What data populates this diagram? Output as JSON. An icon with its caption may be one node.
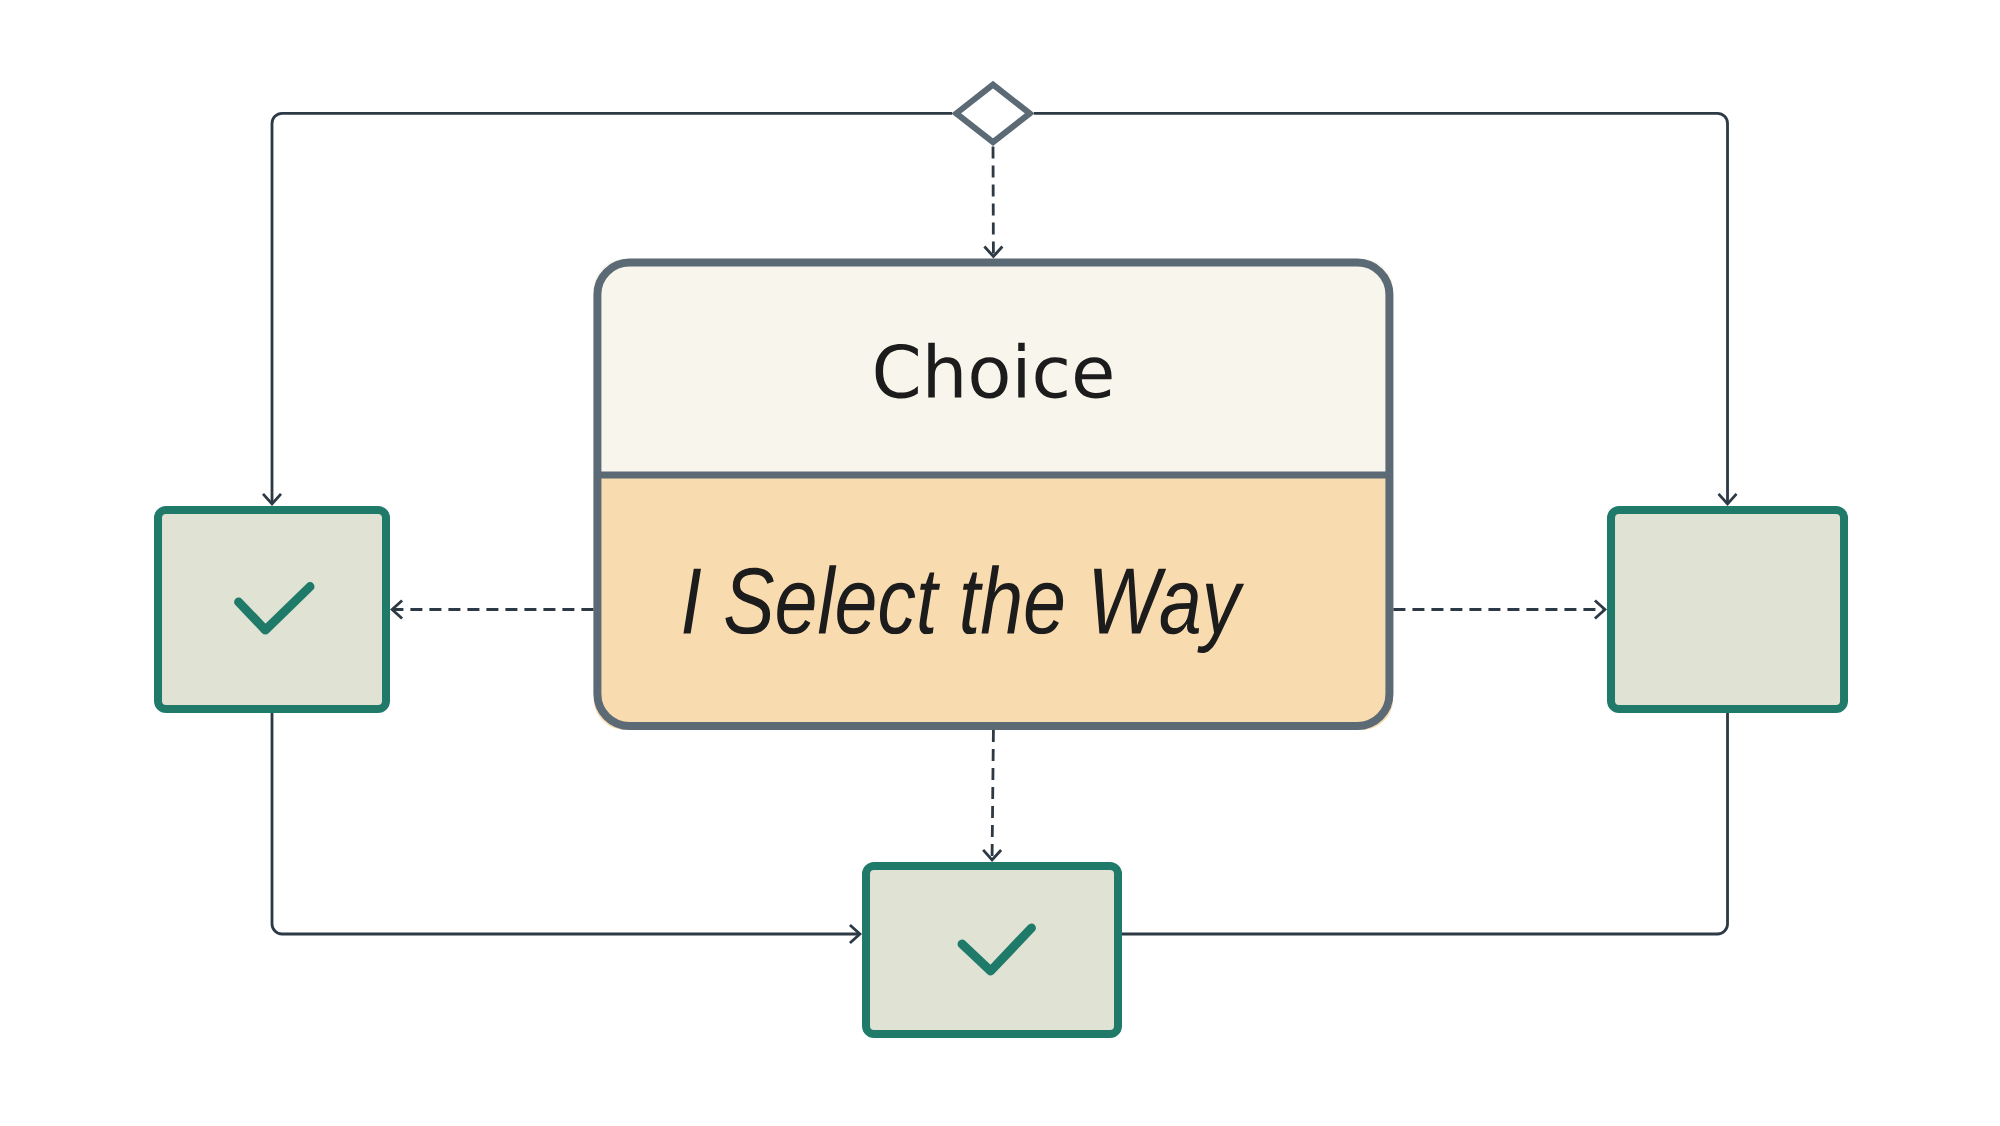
{
  "diagram": {
    "nodes": [
      {
        "text": [],
        "shape": "diamond"
      },
      {
        "text": [
          "Choice",
          "I Select the Way"
        ]
      },
      {
        "text": [],
        "shape": "box"
      },
      {
        "text": [],
        "shape": "box"
      },
      {
        "text": [],
        "shape": "box"
      }
    ],
    "edges": [
      {
        "from": 0,
        "to": 1,
        "arrow": "to",
        "style": "dashed"
      },
      {
        "from": 0,
        "to": 2,
        "arrow": "to"
      },
      {
        "from": 0,
        "to": 3,
        "arrow": "to"
      },
      {
        "from": 1,
        "to": 2,
        "arrow": "to",
        "style": "dashed"
      },
      {
        "from": 1,
        "to": 3,
        "arrow": "to",
        "style": "dashed"
      },
      {
        "from": 1,
        "to": 4,
        "arrow": "to",
        "style": "dashed"
      },
      {
        "from": 2,
        "to": 4,
        "arrow": "to"
      },
      {
        "from": 3,
        "to": 4,
        "arrow": "none"
      }
    ]
  }
}
